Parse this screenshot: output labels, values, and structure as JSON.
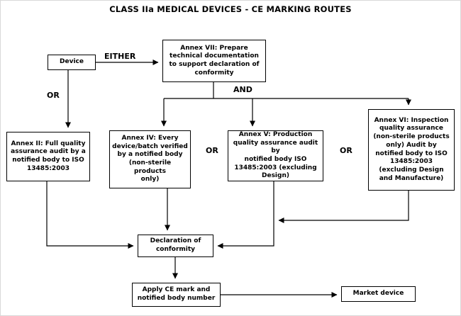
{
  "title": "CLASS IIa MEDICAL DEVICES - CE MARKING ROUTES",
  "nodes": {
    "device": {
      "label": "Device"
    },
    "annex7": {
      "label": "Annex VII: Prepare\ntechnical documentation\nto support declaration of\nconformity"
    },
    "annex2": {
      "label": "Annex II: Full quality\nassurance audit by a\nnotified body to ISO\n13485:2003"
    },
    "annex4": {
      "label": "Annex IV: Every\ndevice/batch verified\nby a notified body\n(non-sterile products\nonly)"
    },
    "annex5": {
      "label": "Annex V: Production\nquality assurance audit by\nnotified body ISO\n13485:2003 (excluding\nDesign)"
    },
    "annex6": {
      "label": "Annex VI: Inspection\nquality assurance\n(non-sterile products\nonly) Audit by\nnotified body to ISO\n13485:2003\n(excluding Design\nand Manufacture)"
    },
    "declaration": {
      "label": "Declaration of\nconformity"
    },
    "apply_ce": {
      "label": "Apply CE mark and\nnotified body number"
    },
    "market": {
      "label": "Market device"
    }
  },
  "edge_labels": {
    "either": "EITHER",
    "or_left": "OR",
    "and": "AND",
    "or_mid_1": "OR",
    "or_mid_2": "OR"
  },
  "colors": {
    "line": "#000000",
    "box_border": "#000000",
    "background": "#ffffff"
  }
}
